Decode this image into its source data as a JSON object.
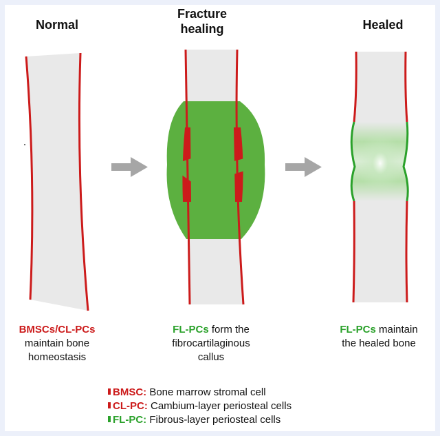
{
  "colors": {
    "red": "#cc1b1b",
    "green": "#2aa12a",
    "callus_green": "#5cb040",
    "bone_fill": "#e9e9e9",
    "arrow_gray": "#a6a6a6"
  },
  "panels": [
    {
      "title": "Normal",
      "caption_highlight": "BMSCs/CL-PCs",
      "caption_rest_1": " maintain bone",
      "caption_rest_2": "homeostasis"
    },
    {
      "title": "Fracture healing",
      "caption_highlight": "FL-PCs",
      "caption_rest_1": " form the",
      "caption_rest_2": "fibrocartilaginous",
      "caption_rest_3": "callus"
    },
    {
      "title": "Healed",
      "caption_highlight": "FL-PCs",
      "caption_rest_1": " maintain",
      "caption_rest_2": "the healed bone"
    }
  ],
  "legend": [
    {
      "key": "BMSC:",
      "desc": " Bone marrow stromal cell",
      "color": "#cc1b1b"
    },
    {
      "key": "CL-PC:",
      "desc": " Cambium-layer periosteal cells",
      "color": "#cc1b1b"
    },
    {
      "key": "FL-PC:",
      "desc": " Fibrous-layer periosteal cells",
      "color": "#2aa12a"
    }
  ]
}
